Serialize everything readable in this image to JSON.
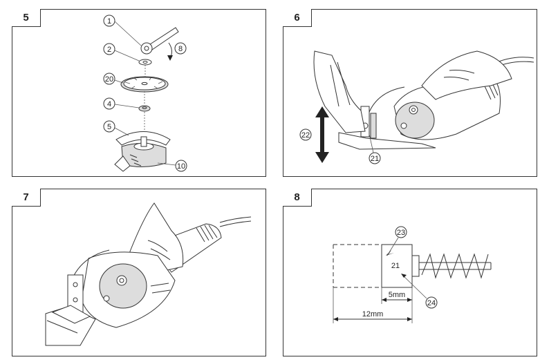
{
  "panels": [
    {
      "number": "5",
      "callouts": [
        "1",
        "2",
        "20",
        "4",
        "5",
        "10",
        "8"
      ]
    },
    {
      "number": "6",
      "callouts": [
        "22",
        "21"
      ]
    },
    {
      "number": "7",
      "callouts": []
    },
    {
      "number": "8",
      "callouts": [
        "23",
        "24"
      ],
      "box_label": "21",
      "dim_small": "5mm",
      "dim_large": "12mm"
    }
  ],
  "colors": {
    "line": "#333333",
    "background": "#ffffff",
    "shade": "#dddddd"
  }
}
